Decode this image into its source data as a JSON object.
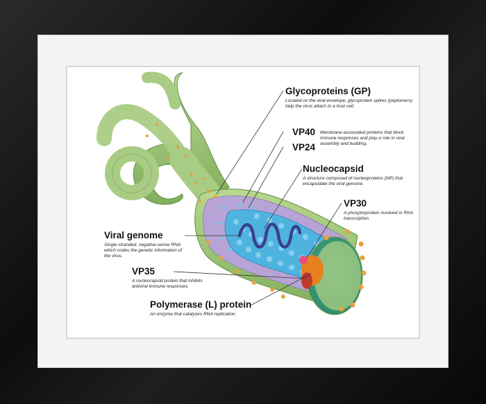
{
  "labels": {
    "gp": {
      "title": "Glycoproteins (GP)",
      "desc": "Located on the viral envelope, glycoprotein spikes (peplomers) help the virus attach to a host cell."
    },
    "vp40": {
      "title": "VP40"
    },
    "vp24": {
      "title": "VP24"
    },
    "vp40_vp24_desc": "Membrane-associated proteins that block immune responses and play a role in viral assembly and budding.",
    "nucleocapsid": {
      "title": "Nucleocapsid",
      "desc": "A structure composed of nucleoproteins (NP) that encapsidate the viral genome."
    },
    "vp30": {
      "title": "VP30",
      "desc": "A phosphoprotein involved in RNA transcription."
    },
    "genome": {
      "title": "Viral genome",
      "desc": "Single-stranded, negative-sense RNA which codes the genetic information of the virus."
    },
    "vp35": {
      "title": "VP35",
      "desc": "A nucleocapsid protein that inhibits antiviral immune responses."
    },
    "polymerase": {
      "title": "Polymerase (L) protein",
      "desc": "An enzyme that catalyzes RNA replication."
    }
  },
  "colors": {
    "envelope": "#9ec27a",
    "matrix": "#b7a3d6",
    "nucleocapsid": "#4fb3e0",
    "rna": "#3a3f8f",
    "spike": "#e6a23c",
    "vp30": "#e94b7a",
    "polymerase": "#e8801f",
    "vp35": "#c0392b"
  }
}
